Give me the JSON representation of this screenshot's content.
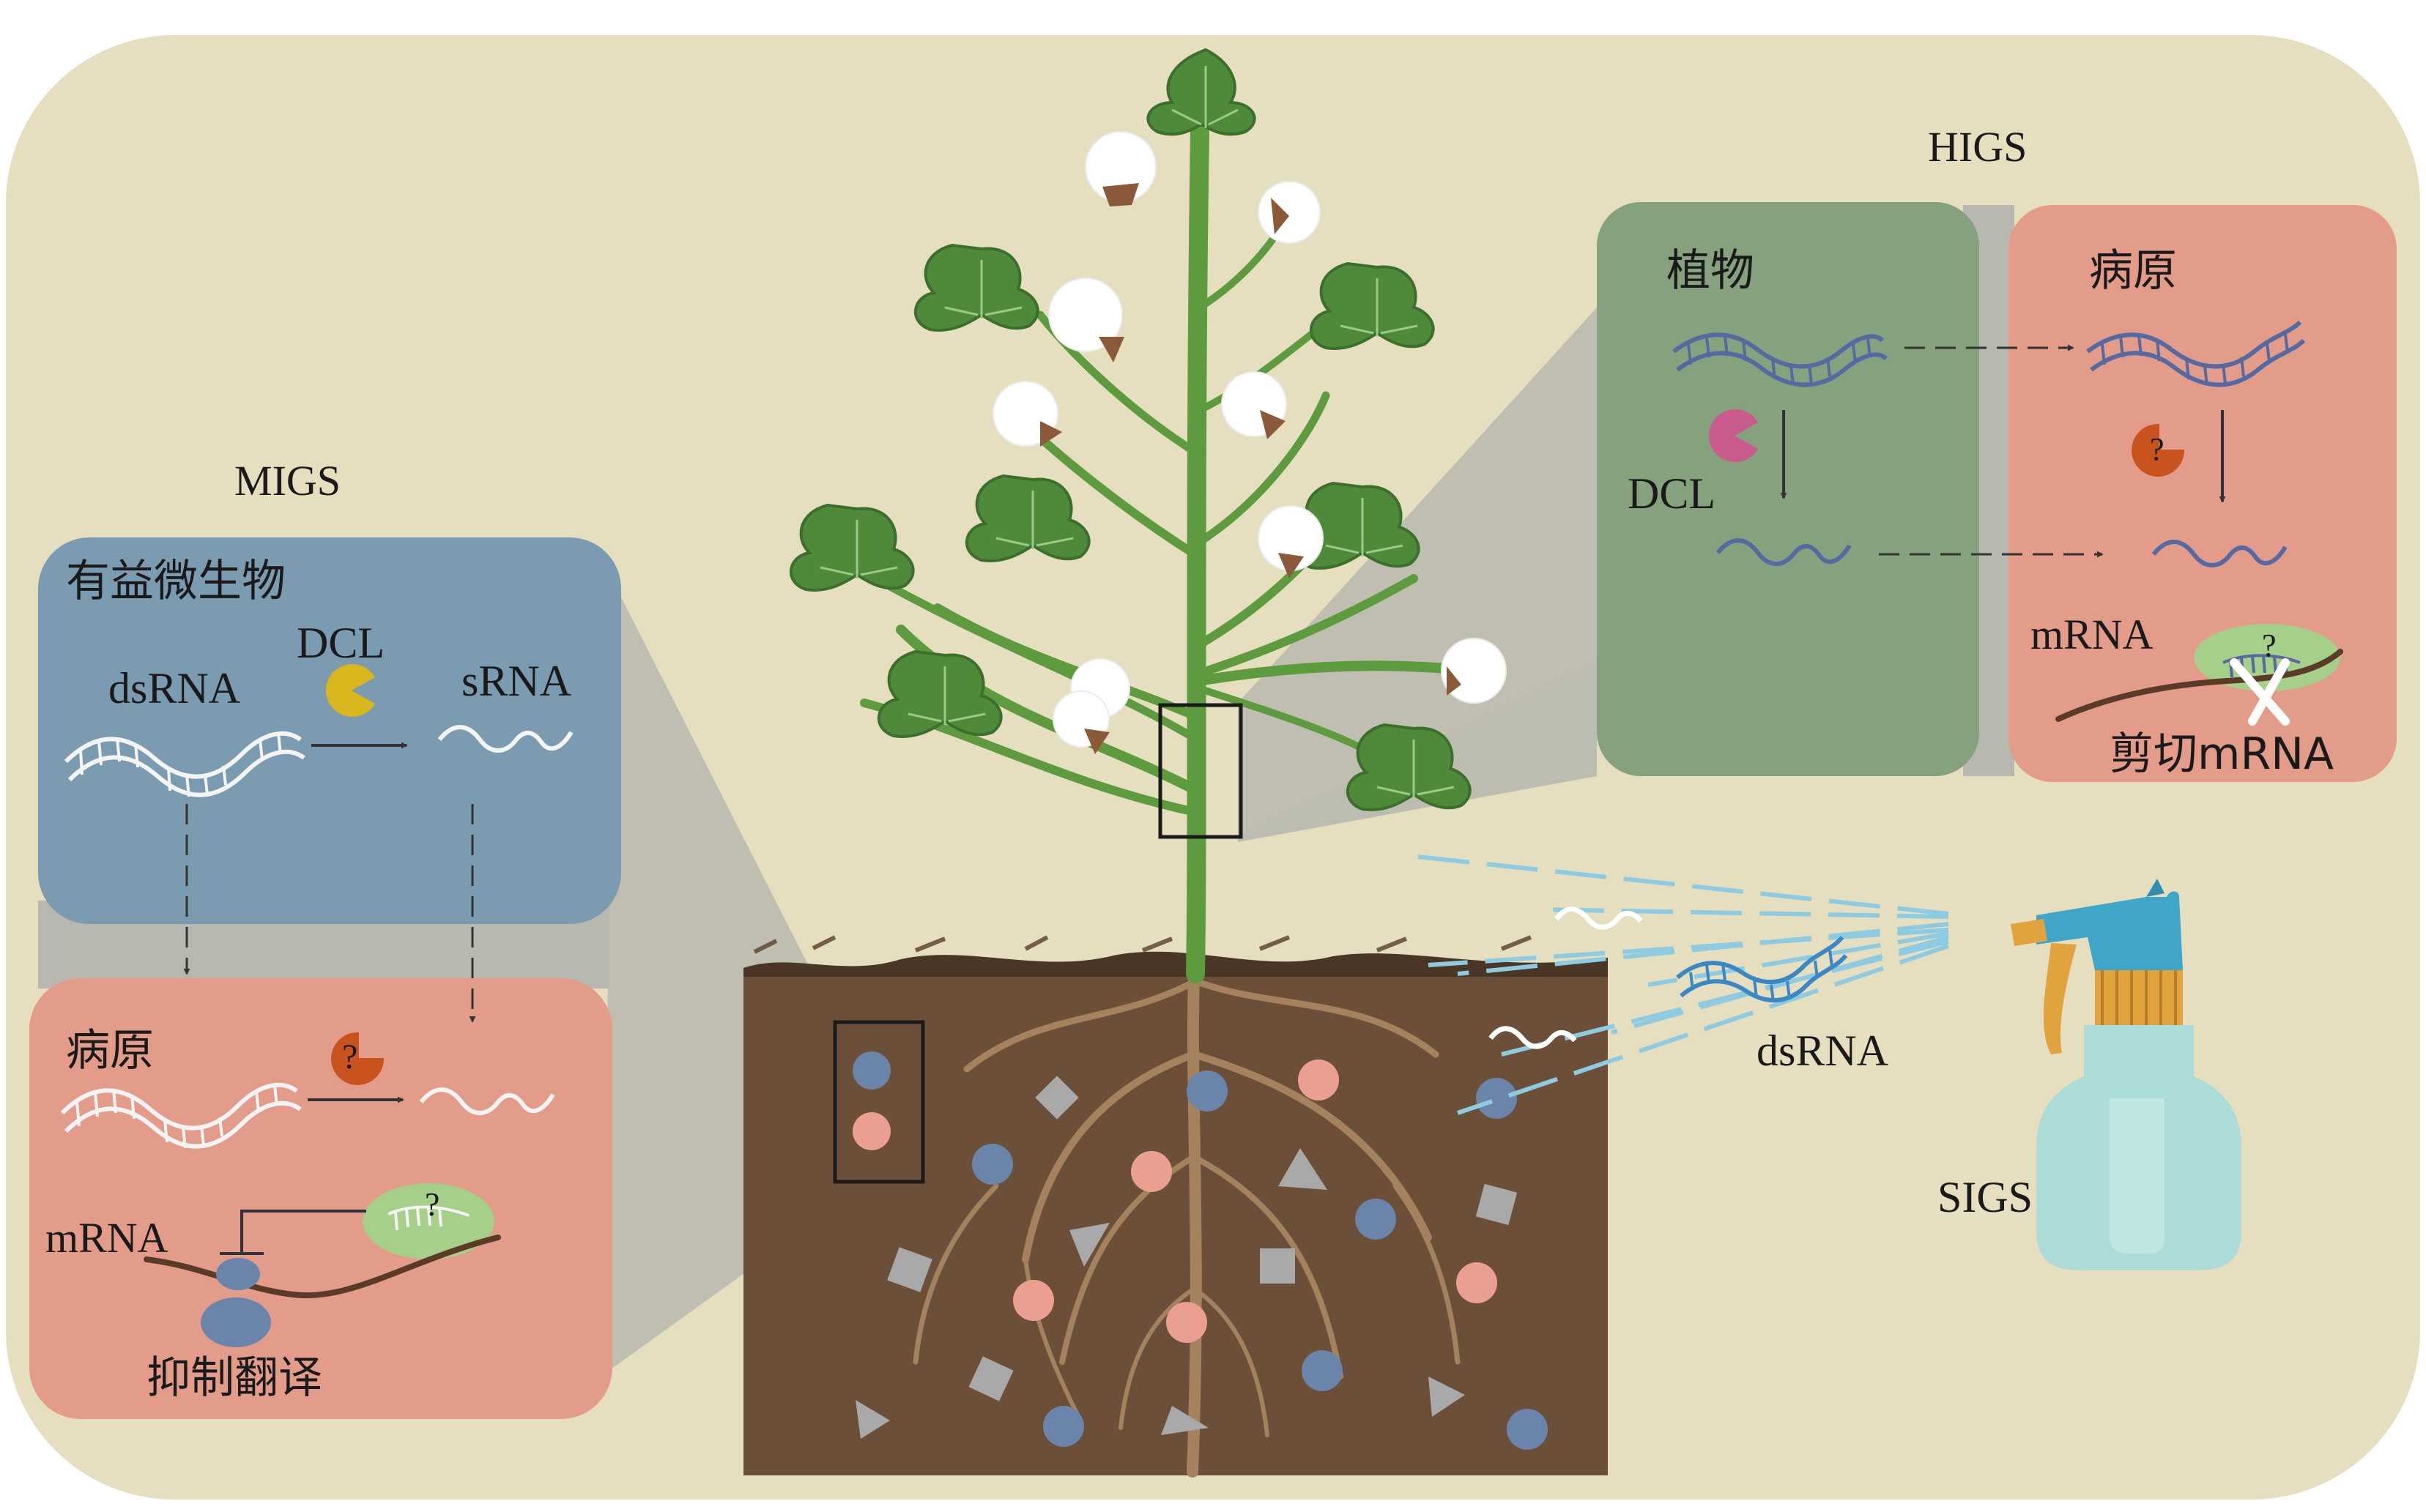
{
  "colors": {
    "background": "#e5dfc0",
    "microbe_box": "#7a9bb0",
    "pathogen_box": "#e39c8a",
    "plant_box": "#86a17e",
    "soil": "#6b4f39",
    "stem": "#5e9a3e",
    "leaf": "#4f8a3a",
    "spray_line": "#8ecbe0",
    "dcl_yellow": "#d9b51e",
    "dcl_pink": "#c95b8e",
    "dcl_orange": "#c9531f",
    "dot_blue": "#6b84aa",
    "dot_pink": "#ea9f92",
    "shape_gray": "#a9a9a9",
    "bottle": "#a9dbd8",
    "bottle_head": "#3fa6c9",
    "nozzle": "#e1a33d"
  },
  "icons": [
    "dcl-pacman-icon",
    "dsrna-helix-icon",
    "srna-squiggle-icon",
    "spray-bottle-icon",
    "cotton-boll-icon",
    "leaf-icon",
    "cleave-x-icon",
    "ribosome-icon",
    "risc-complex-icon"
  ],
  "migs": {
    "title": "MIGS",
    "microbe_label": "有益微生物",
    "dcl": "DCL",
    "dsrna": "dsRNA",
    "srna": "sRNA",
    "pathogen_label": "病原",
    "question": "?",
    "mrna": "mRNA",
    "outcome": "抑制翻译"
  },
  "higs": {
    "title": "HIGS",
    "plant_label": "植物",
    "pathogen_label": "病原",
    "dcl": "DCL",
    "question": "?",
    "mrna": "mRNA",
    "outcome": "剪切mRNA"
  },
  "sigs": {
    "title": "SIGS",
    "dsrna": "dsRNA"
  }
}
